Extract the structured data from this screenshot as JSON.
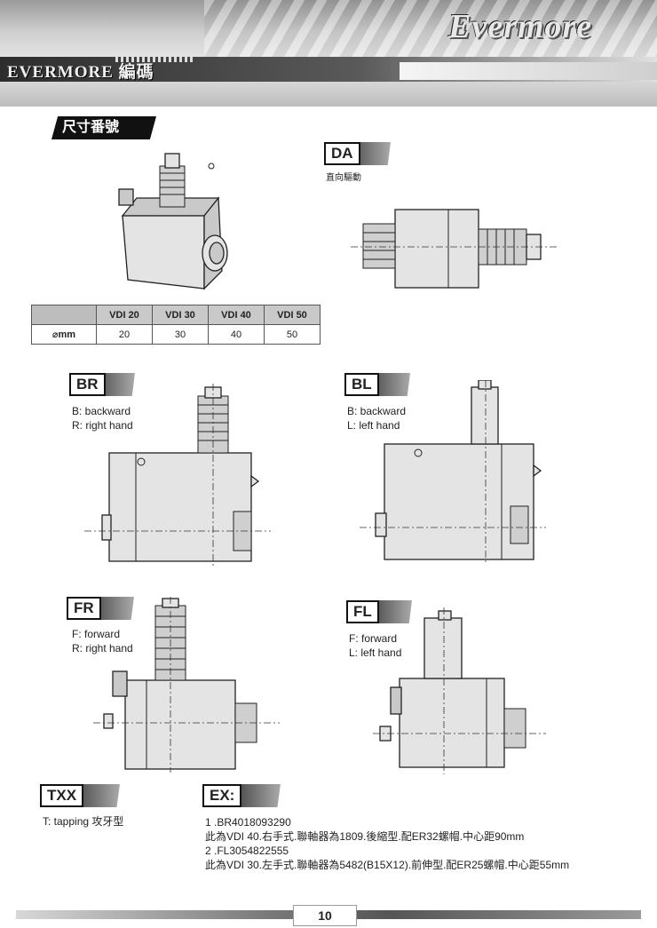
{
  "header": {
    "brand": "Evermore",
    "title": "EVERMORE 編碼"
  },
  "section_title": "尺寸番號",
  "codes": {
    "da": {
      "code": "DA",
      "desc": [
        "直向驅動"
      ]
    },
    "br": {
      "code": "BR",
      "desc": [
        "B: backward",
        "R: right hand"
      ]
    },
    "bl": {
      "code": "BL",
      "desc": [
        "B: backward",
        "L: left hand"
      ]
    },
    "fr": {
      "code": "FR",
      "desc": [
        "F: forward",
        "R: right hand"
      ]
    },
    "fl": {
      "code": "FL",
      "desc": [
        "F: forward",
        "L: left hand"
      ]
    },
    "txx": {
      "code": "TXX",
      "desc": [
        "T: tapping  攻牙型"
      ]
    }
  },
  "table": {
    "headers": [
      "",
      "VDI 20",
      "VDI 30",
      "VDI 40",
      "VDI 50"
    ],
    "rows": [
      [
        "⌀mm",
        "20",
        "30",
        "40",
        "50"
      ]
    ]
  },
  "example": {
    "label": "EX:",
    "lines": [
      "1 .BR4018093290",
      "此為VDI 40.右手式.聯軸器為1809.後縮型.配ER32螺帽.中心距90mm",
      "2 .FL3054822555",
      "此為VDI 30.左手式.聯軸器為5482(B15X12).前伸型.配ER25螺帽.中心距55mm"
    ]
  },
  "footer": {
    "page": "10"
  }
}
